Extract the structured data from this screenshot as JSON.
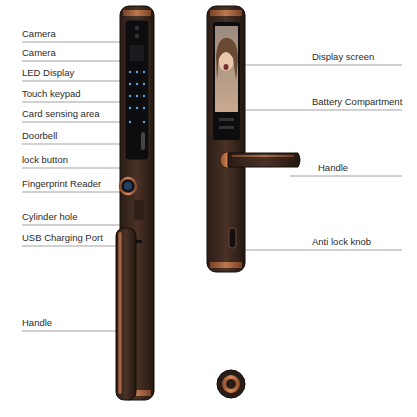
{
  "diagram": {
    "labels": [
      "Camera",
      "Camera",
      "LED Display",
      "Touch keypad",
      "Card sensing area",
      "Doorbell",
      "lock button",
      "Fingerprint Reader",
      "Cylinder hole",
      "USB Charging Port",
      "Handle",
      "Display screen",
      "Battery Compartment",
      "Handle",
      "Anti lock knob"
    ]
  }
}
